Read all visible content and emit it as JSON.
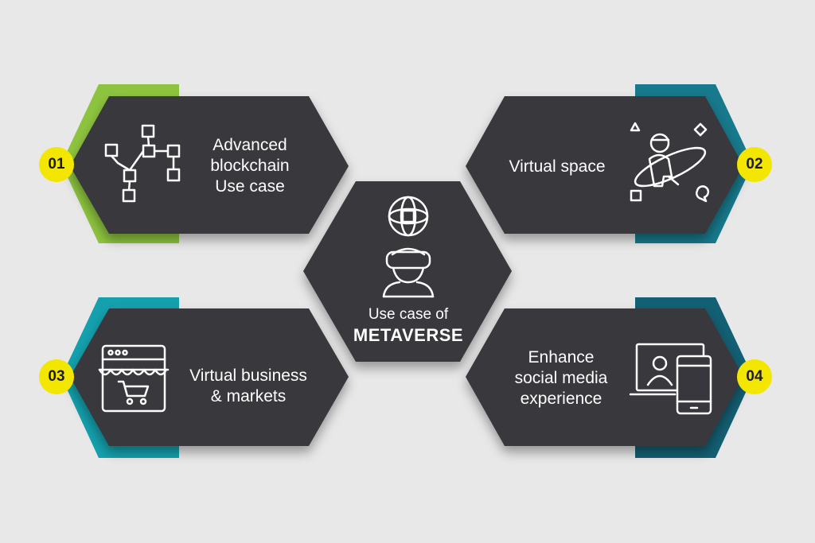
{
  "center": {
    "line1": "Use case of",
    "line2": "METAVERSE",
    "icons": [
      "globe-icon",
      "vr-user-icon"
    ]
  },
  "cards": [
    {
      "number": "01",
      "lines": [
        "Advanced",
        "blockchain",
        "Use case"
      ],
      "icon": "blockchain-network-icon",
      "accent": "#8dc43f"
    },
    {
      "number": "02",
      "lines": [
        "Virtual space"
      ],
      "icon": "floating-astronaut-icon",
      "accent": "#17798c"
    },
    {
      "number": "03",
      "lines": [
        "Virtual business",
        "& markets"
      ],
      "icon": "online-store-cart-icon",
      "accent": "#14a0ad"
    },
    {
      "number": "04",
      "lines": [
        "Enhance",
        "social media",
        "experience"
      ],
      "icon": "laptop-phone-user-icon",
      "accent": "#135f73"
    }
  ],
  "colors": {
    "background": "#e8e8e8",
    "card": "#37373d",
    "badge": "#f3e600"
  }
}
